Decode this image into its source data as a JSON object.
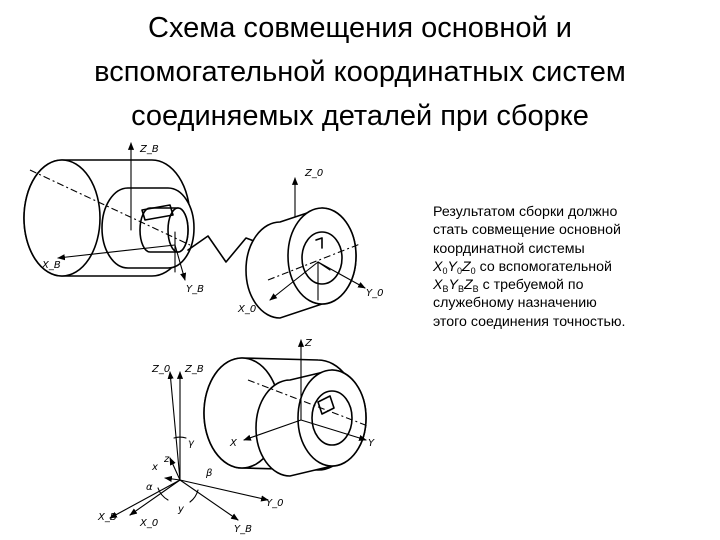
{
  "title": {
    "line1": "Схема совмещения основной и",
    "line2": "вспомогательной координатных систем",
    "line3": "соединяемых деталей при сборке"
  },
  "description": {
    "line1": "Результатом сборки должно",
    "line2": "стать совмещение основной",
    "line3": "координатной системы",
    "x0": "X",
    "x0_sub": "0",
    "y0": "Y",
    "y0_sub": "0",
    "z0": "Z",
    "z0_sub": "0",
    "line4_tail": " со вспомогательной",
    "xb": "X",
    "xb_sub": "B",
    "yb": "Y",
    "yb_sub": "B",
    "zb": "Z",
    "zb_sub": "B",
    "line5_tail": " с требуемой по",
    "line6": "служебному назначению",
    "line7": "этого соединения точностью."
  },
  "diagram_labels": {
    "zb_top": "Z_B",
    "z0_top": "Z_0",
    "xb_top": "X_B",
    "yb_top": "Y_B",
    "x0_top": "X_0",
    "y0_top": "Y_0",
    "z_mid": "Z",
    "x_mid": "X",
    "y_mid": "Y",
    "z0_bottom": "Z_0",
    "zb_bottom": "Z_B",
    "gamma": "γ",
    "x_small": "x",
    "z_small": "z",
    "alpha": "α",
    "beta": "β",
    "y_small": "y",
    "xb_bottom": "X_B",
    "x0_bottom": "X_0",
    "yb_bottom": "Y_B",
    "y0_bottom": "Y_0"
  }
}
